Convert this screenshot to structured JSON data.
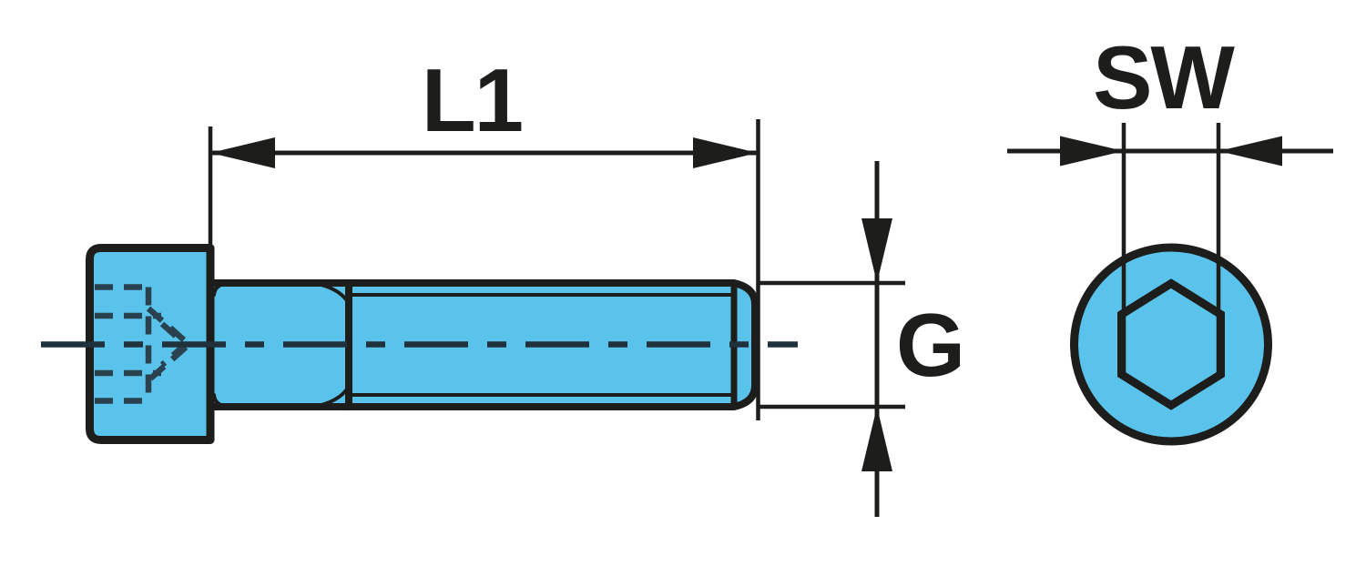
{
  "labels": {
    "length_dim": "L1",
    "thread_dim": "G",
    "socket_width_dim": "SW"
  },
  "colors": {
    "part_fill": "#5AC3EB",
    "outline": "#1D1D1B",
    "hidden_line": "#2A414F",
    "center_line": "#1F313C",
    "background": "#FFFFFF"
  }
}
